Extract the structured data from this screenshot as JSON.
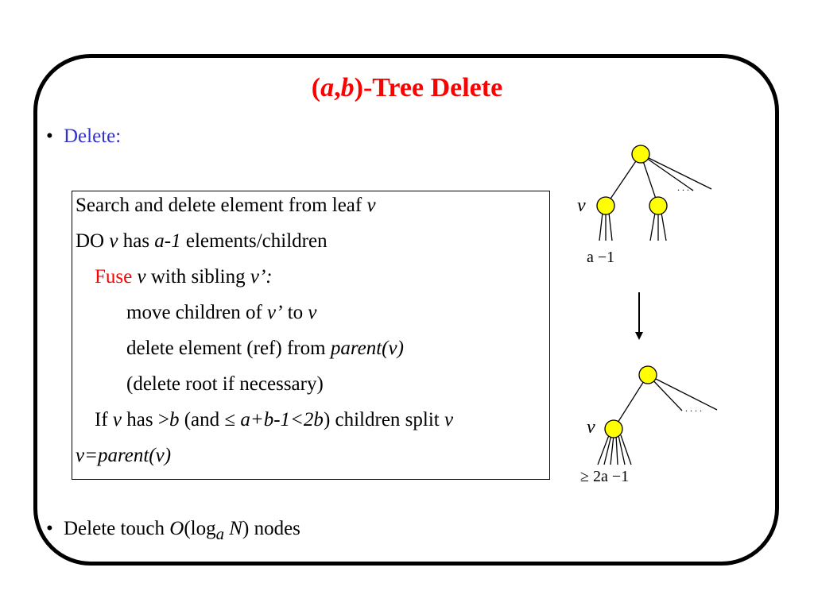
{
  "title": {
    "open": "(",
    "a": "a",
    "comma": ",",
    "b": "b",
    "rest": ")-Tree Delete"
  },
  "bullets": [
    {
      "dot": "•",
      "label": "Delete:"
    },
    {
      "dot": "•",
      "text": "Delete touch",
      "math_O": "O",
      "math_log": "(log",
      "math_sub": "a",
      "math_N": "N",
      "math_close": ")",
      "suffix": "nodes"
    }
  ],
  "algorithm": {
    "line1": {
      "text": "Search and delete element from leaf ",
      "v": "v"
    },
    "line2": {
      "do": "DO ",
      "v": "v",
      "has": " has ",
      "a1": "a-1",
      "rest": " elements/children"
    },
    "line3": {
      "fuse": "Fuse",
      "v": " v",
      "with": " with sibling ",
      "vp": "v’:"
    },
    "line4": {
      "text": "move children of ",
      "vp": "v’",
      "to": " to ",
      "v": "v"
    },
    "line5": {
      "text": "delete element (ref) from ",
      "parent": "parent(v)"
    },
    "line6": {
      "text": "(delete root if necessary)"
    },
    "line7": {
      "if": "If ",
      "v": "v",
      "has": " has ",
      "gt": ">",
      "b": "b",
      "and": " (and ≤ ",
      "expr": "a+b-1<2b",
      "close": ") children split ",
      "v2": "v"
    },
    "line8": {
      "text": "v=parent(v)"
    }
  },
  "diagram": {
    "top_v": "v",
    "top_count": "a −1",
    "bottom_v": "v",
    "bottom_count": "≥ 2a −1",
    "dots": ". . . .",
    "node_color": "#ffff00"
  }
}
